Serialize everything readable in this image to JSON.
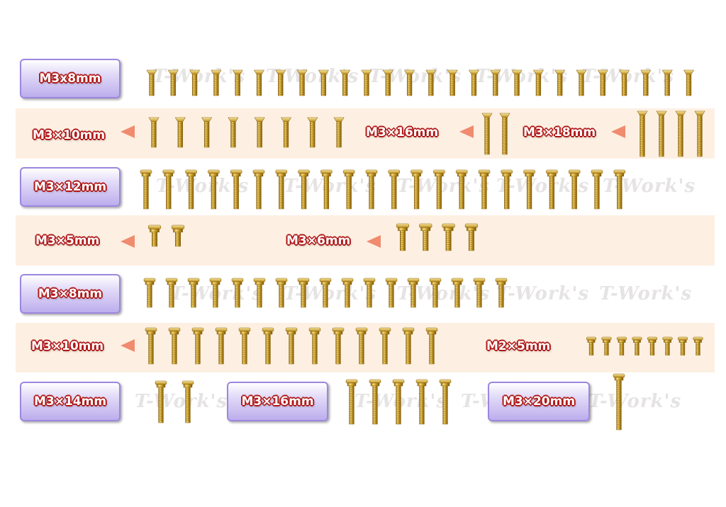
{
  "watermark": "T-Work's",
  "colors": {
    "band": "#fdf0e2",
    "badge_border": "#9d87df",
    "label_outline": "#b01818",
    "arrow": "#f08b6f",
    "screw_gold": "#d4a730"
  },
  "rows": [
    {
      "labels": [
        "M3x8mm"
      ]
    },
    {
      "labels": [
        "M3×10mm",
        "M3×16mm",
        "M3×18mm"
      ]
    },
    {
      "labels": [
        "M3×12mm"
      ]
    },
    {
      "labels": [
        "M3×5mm",
        "M3×6mm"
      ]
    },
    {
      "labels": [
        "M3×8mm"
      ]
    },
    {
      "labels": [
        "M3×10mm",
        "M2×5mm"
      ]
    },
    {
      "labels": [
        "M3×14mm",
        "M3×16mm",
        "M3×20mm"
      ]
    }
  ]
}
